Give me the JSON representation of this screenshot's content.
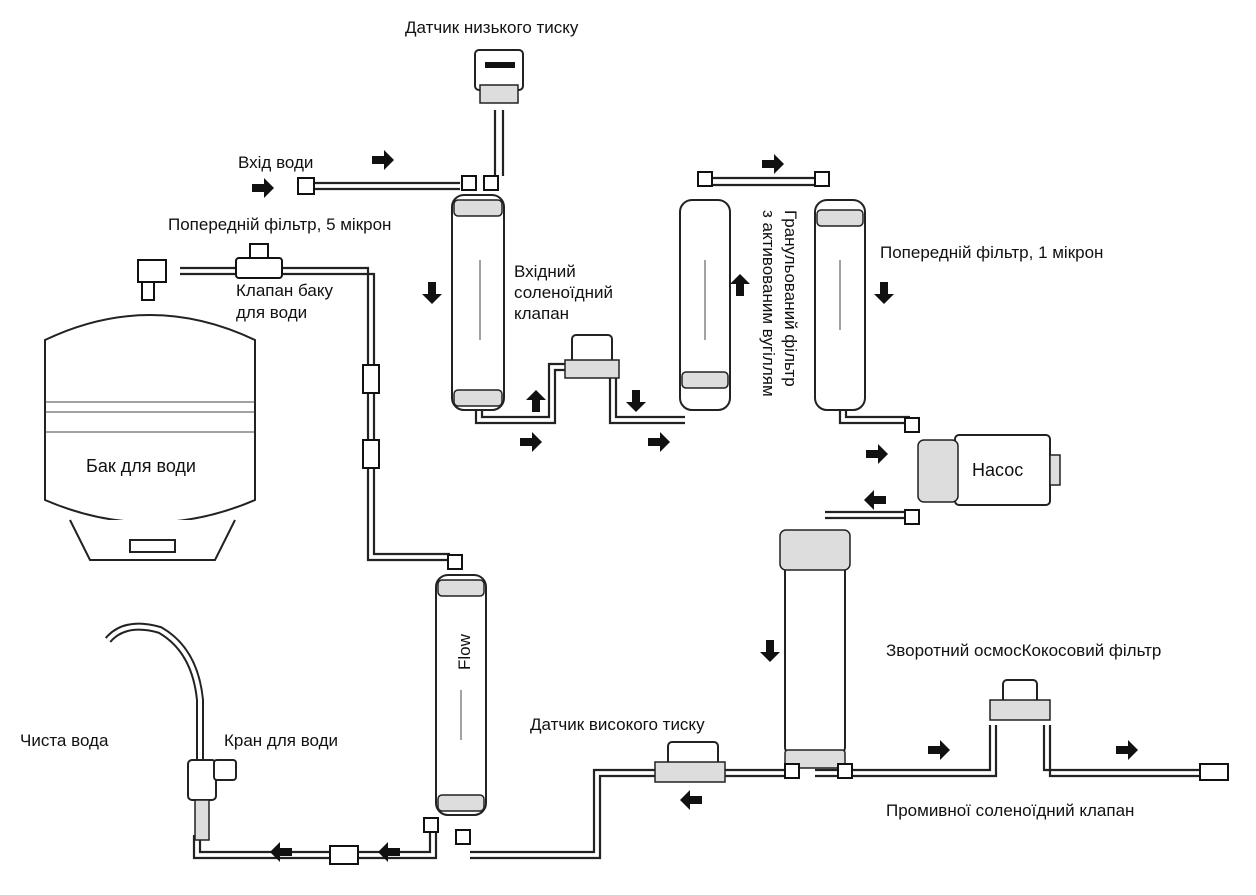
{
  "labels": {
    "low_pressure_sensor": "Датчик низького тиску",
    "water_inlet": "Вхід води",
    "prefilter_5": "Попередній фільтр, 5 мікрон",
    "tank_valve_1": "Клапан баку",
    "tank_valve_2": "для води",
    "inlet_solenoid_1": "Вхідний",
    "inlet_solenoid_2": "соленоїдний",
    "inlet_solenoid_3": "клапан",
    "carbon_filter_1": "Гранульований фільтр",
    "carbon_filter_2": "з активованим вугіллям",
    "prefilter_1": "Попередній фільтр, 1 мікрон",
    "water_tank": "Бак для води",
    "pump": "Насос",
    "ro_coconut": "Зворотний осмосКокосовий фільтр",
    "flush_solenoid": "Промивної соленоїдний клапан",
    "clean_water": "Чиста вода",
    "faucet": "Кран для води",
    "high_pressure_sensor": "Датчик високого тиску",
    "flow_text": "Flow"
  }
}
